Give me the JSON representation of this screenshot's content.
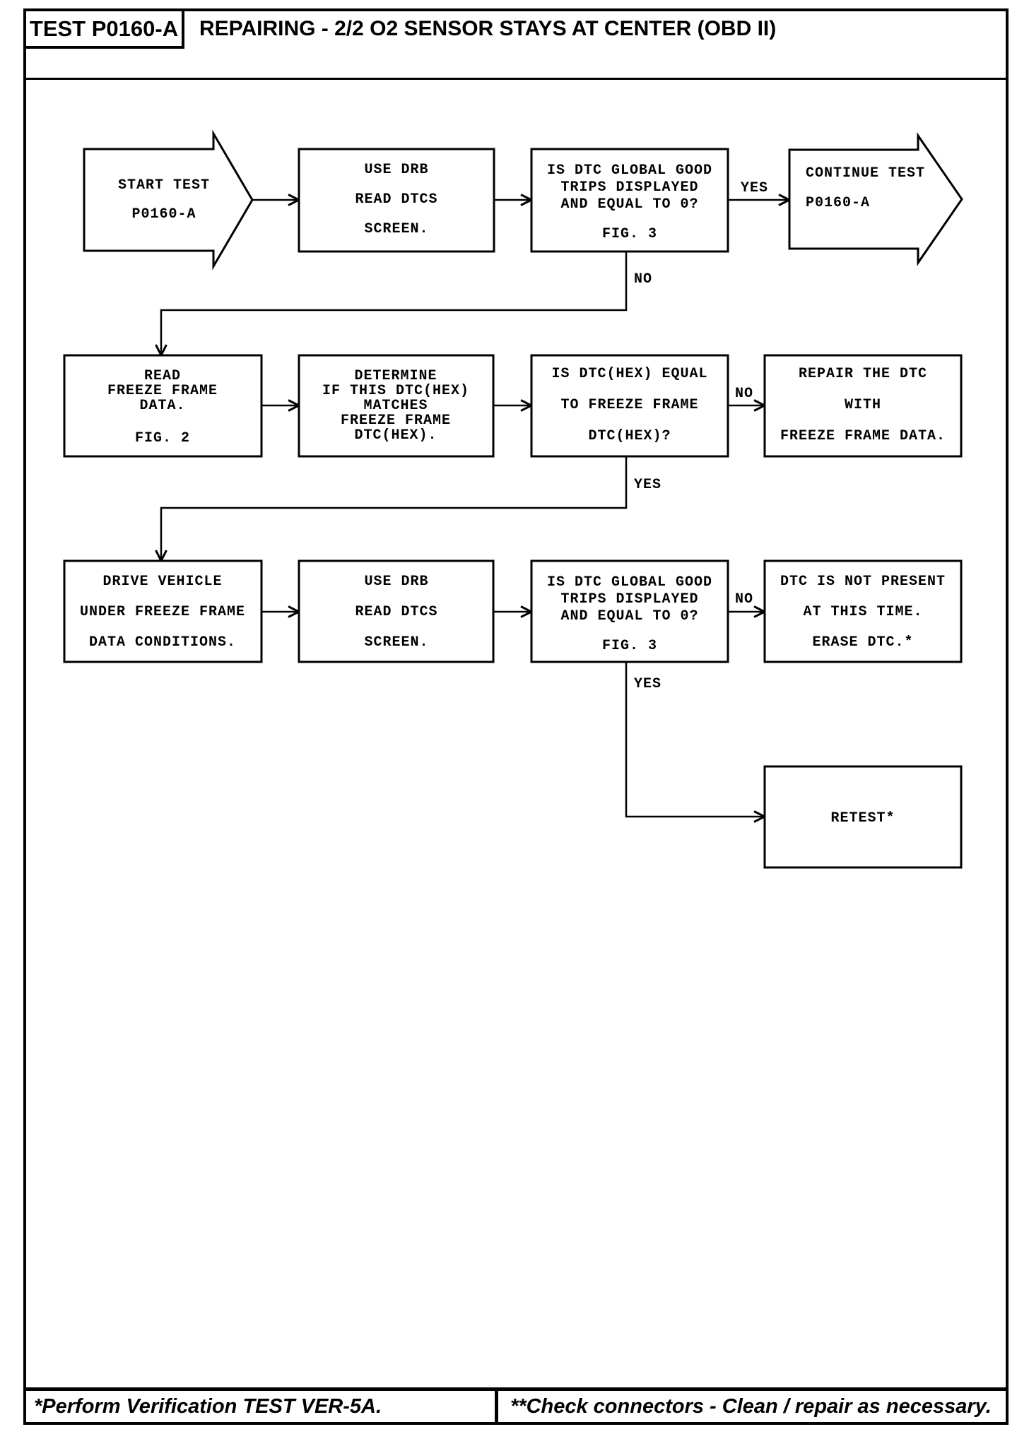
{
  "header": {
    "test_label": "TEST P0160-A",
    "title": "REPAIRING - 2/2 O2 SENSOR STAYS AT CENTER (OBD II)"
  },
  "footer": {
    "left_note": "*Perform Verification TEST VER-5A.",
    "right_note": "**Check connectors - Clean / repair as necessary."
  },
  "colors": {
    "ink": "#000000",
    "paper": "#ffffff"
  },
  "flow": {
    "start": {
      "lines": [
        "START TEST",
        "P0160-A"
      ]
    },
    "cont": {
      "lines": [
        "CONTINUE TEST",
        "P0160-A"
      ]
    },
    "b1": {
      "lines": [
        "USE DRB",
        "READ DTCS",
        "SCREEN."
      ]
    },
    "b2": {
      "lines": [
        "IS DTC GLOBAL GOOD",
        "TRIPS DISPLAYED",
        "AND EQUAL TO 0?",
        "FIG. 3"
      ]
    },
    "b3": {
      "lines": [
        "READ",
        "FREEZE FRAME",
        "DATA.",
        "FIG. 2"
      ]
    },
    "b4": {
      "lines": [
        "DETERMINE",
        "IF THIS DTC(HEX)",
        "MATCHES",
        "FREEZE FRAME",
        "DTC(HEX)."
      ]
    },
    "b5": {
      "lines": [
        "IS DTC(HEX) EQUAL",
        "TO FREEZE FRAME",
        "DTC(HEX)?"
      ]
    },
    "b6": {
      "lines": [
        "REPAIR THE DTC",
        "WITH",
        "FREEZE FRAME DATA."
      ]
    },
    "b7": {
      "lines": [
        "DRIVE VEHICLE",
        "UNDER FREEZE FRAME",
        "DATA CONDITIONS."
      ]
    },
    "b8": {
      "lines": [
        "USE DRB",
        "READ DTCS",
        "SCREEN."
      ]
    },
    "b9": {
      "lines": [
        "IS DTC GLOBAL GOOD",
        "TRIPS DISPLAYED",
        "AND EQUAL TO 0?",
        "FIG. 3"
      ]
    },
    "b10": {
      "lines": [
        "DTC IS NOT PRESENT",
        "AT THIS TIME.",
        "ERASE DTC.*"
      ]
    },
    "b11": {
      "lines": [
        "RETEST*"
      ]
    },
    "labels": {
      "yes1": "YES",
      "no1": "NO",
      "no2": "NO",
      "yes2": "YES",
      "no3": "NO",
      "yes3": "YES"
    }
  }
}
